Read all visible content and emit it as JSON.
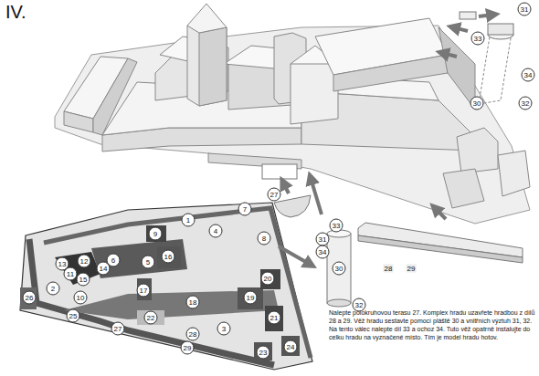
{
  "diagram": {
    "title": "IV.",
    "caption": "Nalepte polokruhovou terasu 27. Komplex hradu uzavřete hradbou z dílů 28 a 29. Věž hradu sestavte pomocí pláště 30 a vnitřních výztuh 31, 32. Na tento válec nalepte díl 33 a ochoz 34. Tuto věž opatrně instalujte do celku hradu na vyznačené místo. Tím je model hradu hotov.",
    "labels": [
      "31",
      "33",
      "34",
      "30",
      "32",
      "27",
      "33",
      "31",
      "34",
      "30",
      "32",
      "28",
      "29",
      "1",
      "7",
      "4",
      "8",
      "9",
      "12",
      "13",
      "6",
      "5",
      "16",
      "14",
      "11",
      "15",
      "2",
      "17",
      "20",
      "26",
      "10",
      "18",
      "19",
      "21",
      "25",
      "22",
      "27",
      "3",
      "28",
      "29",
      "23",
      "24"
    ]
  }
}
